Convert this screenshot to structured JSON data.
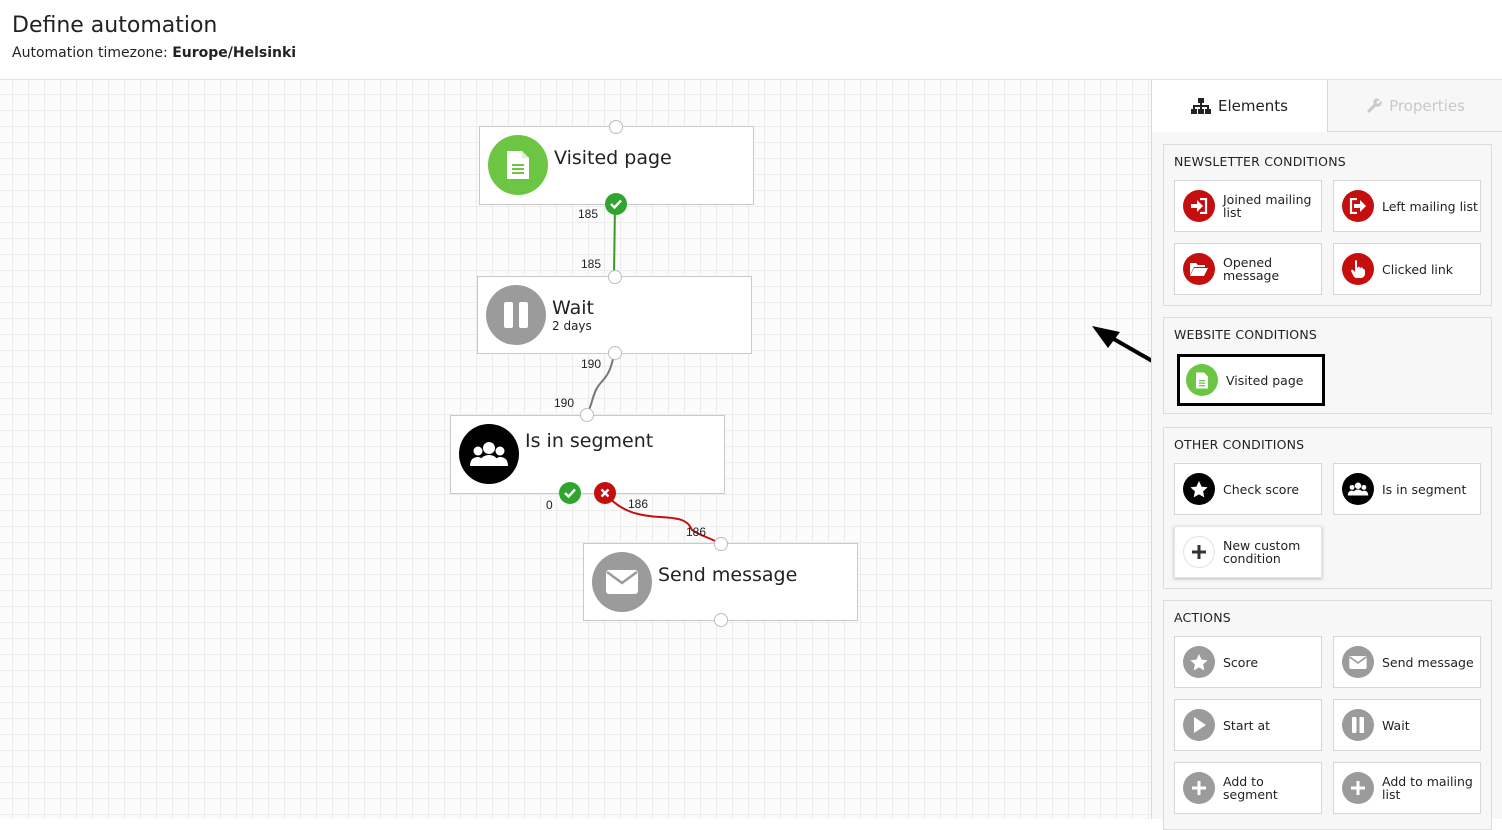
{
  "header": {
    "title": "Define automation",
    "timezone_label": "Automation timezone:",
    "timezone_value": "Europe/Helsinki"
  },
  "canvas": {
    "nodes": {
      "visited_page": {
        "title": "Visited page"
      },
      "wait": {
        "title": "Wait",
        "subtitle": "2 days"
      },
      "segment": {
        "title": "Is in segment"
      },
      "send_message": {
        "title": "Send message"
      }
    },
    "counts": {
      "visited_out": "185",
      "wait_in": "185",
      "wait_out": "190",
      "segment_in": "190",
      "segment_yes": "0",
      "segment_no": "186",
      "send_in": "186"
    }
  },
  "panel": {
    "tabs": {
      "elements": "Elements",
      "properties": "Properties"
    },
    "newsletter": {
      "title": "NEWSLETTER CONDITIONS",
      "items": [
        "Joined mailing list",
        "Left mailing list",
        "Opened message",
        "Clicked link"
      ]
    },
    "website": {
      "title": "WEBSITE CONDITIONS",
      "items": [
        "Visited page"
      ]
    },
    "other": {
      "title": "OTHER CONDITIONS",
      "items": [
        "Check score",
        "Is in segment",
        "New custom condition"
      ]
    },
    "actions": {
      "title": "ACTIONS",
      "items": [
        "Score",
        "Send message",
        "Start at",
        "Wait",
        "Add to segment",
        "Add to mailing list"
      ]
    }
  },
  "colors": {
    "red": "#c50e0e",
    "green": "#6cc644",
    "success": "#2fa52f",
    "gray": "#9b9b9b",
    "black": "#000000"
  }
}
